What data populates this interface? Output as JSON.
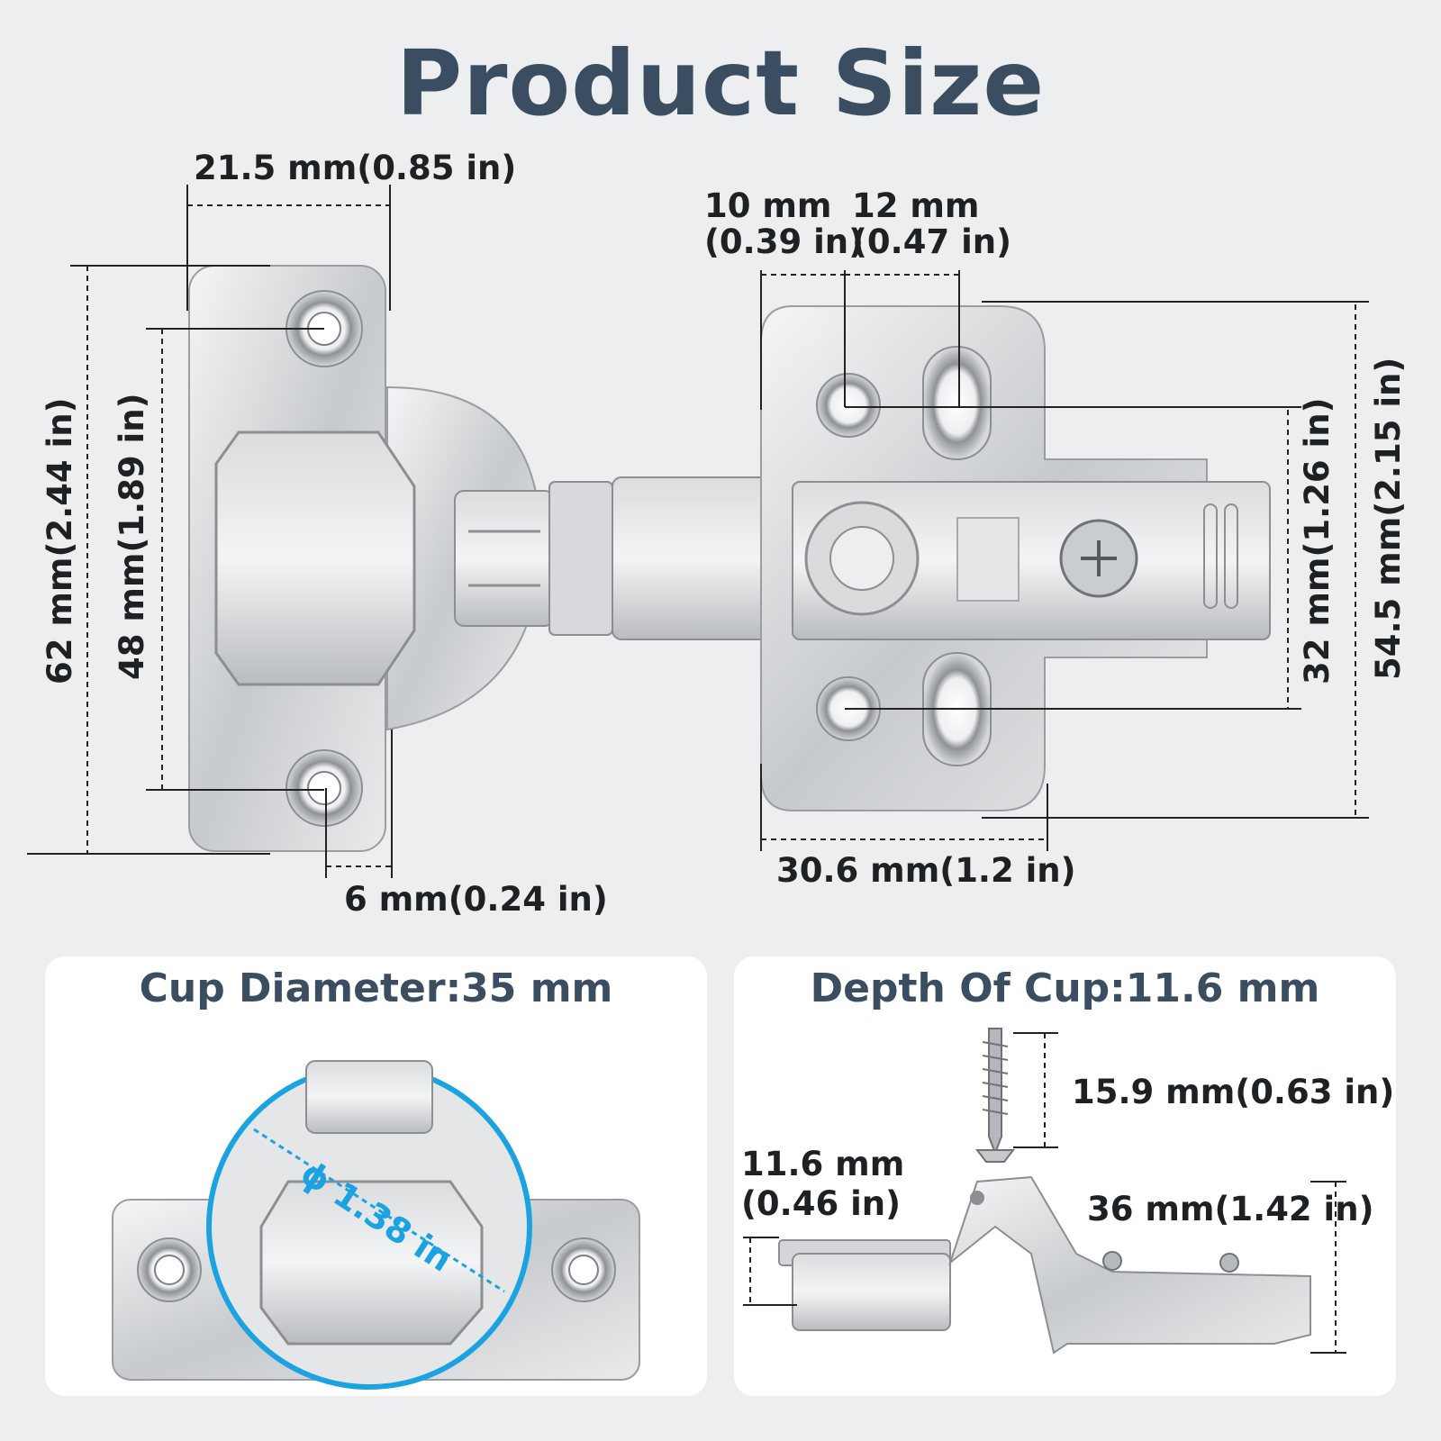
{
  "title": "Product Size",
  "dimensions": {
    "plate_width": "21.5 mm(0.85 in)",
    "overall_length": "62 mm(2.44 in)",
    "hole_spacing": "48 mm(1.89 in)",
    "hole_offset": "6 mm(0.24 in)",
    "base_hole_1_top": "10 mm",
    "base_hole_1_bottom": "(0.39 in)",
    "base_hole_2_top": "12 mm",
    "base_hole_2_bottom": "(0.47 in)",
    "base_hole_spacing": "32 mm(1.26 in)",
    "base_height": "54.5 mm(2.15 in)",
    "base_width": "30.6 mm(1.2 in)"
  },
  "cup_card": {
    "title": "Cup Diameter:35 mm",
    "diameter_label": "ϕ 1.38 in"
  },
  "depth_card": {
    "title": "Depth Of Cup:11.6 mm",
    "screw_length": "15.9 mm(0.63 in)",
    "cup_depth_top": "11.6 mm",
    "cup_depth_bottom": "(0.46 in)",
    "arm_height": "36 mm(1.42 in)"
  },
  "colors": {
    "title": "#3b4d61",
    "background": "#eceef0",
    "card": "#ffffff",
    "diameter_circle": "#1aa3e0",
    "metal": "#c9ccd0"
  }
}
